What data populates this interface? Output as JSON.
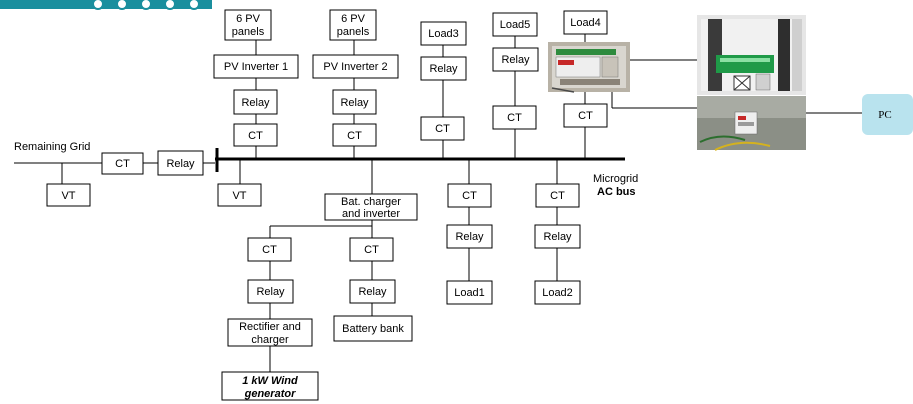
{
  "header_band": {
    "color": "#1a8f9e"
  },
  "pc_box": {
    "label": "PC",
    "fill": "#b9e3ee"
  },
  "grid": {
    "remaining_grid": "Remaining Grid",
    "microgrid": "Microgrid",
    "ac_bus": "AC bus"
  },
  "labels": {
    "ct": "CT",
    "vt": "VT",
    "relay": "Relay",
    "pv_panels": [
      "6 PV",
      "panels"
    ],
    "pv_inverter_1": "PV Inverter 1",
    "pv_inverter_2": "PV Inverter 2",
    "load1": "Load1",
    "load2": "Load2",
    "load3": "Load3",
    "load4": "Load4",
    "load5": "Load5",
    "bat_charger": [
      "Bat. charger",
      "and inverter"
    ],
    "rectifier": [
      "Rectifier and",
      "charger"
    ],
    "wind": [
      "1 kW Wind",
      "generator"
    ],
    "battery_bank": "Battery bank"
  },
  "photos": [
    {
      "name": "measurement-device-photo",
      "description_icon": "meter-device-icon"
    },
    {
      "name": "panel-installation-photo",
      "description_icon": "cabinet-icon"
    },
    {
      "name": "sensor-device-photo",
      "description_icon": "sensor-icon"
    }
  ]
}
